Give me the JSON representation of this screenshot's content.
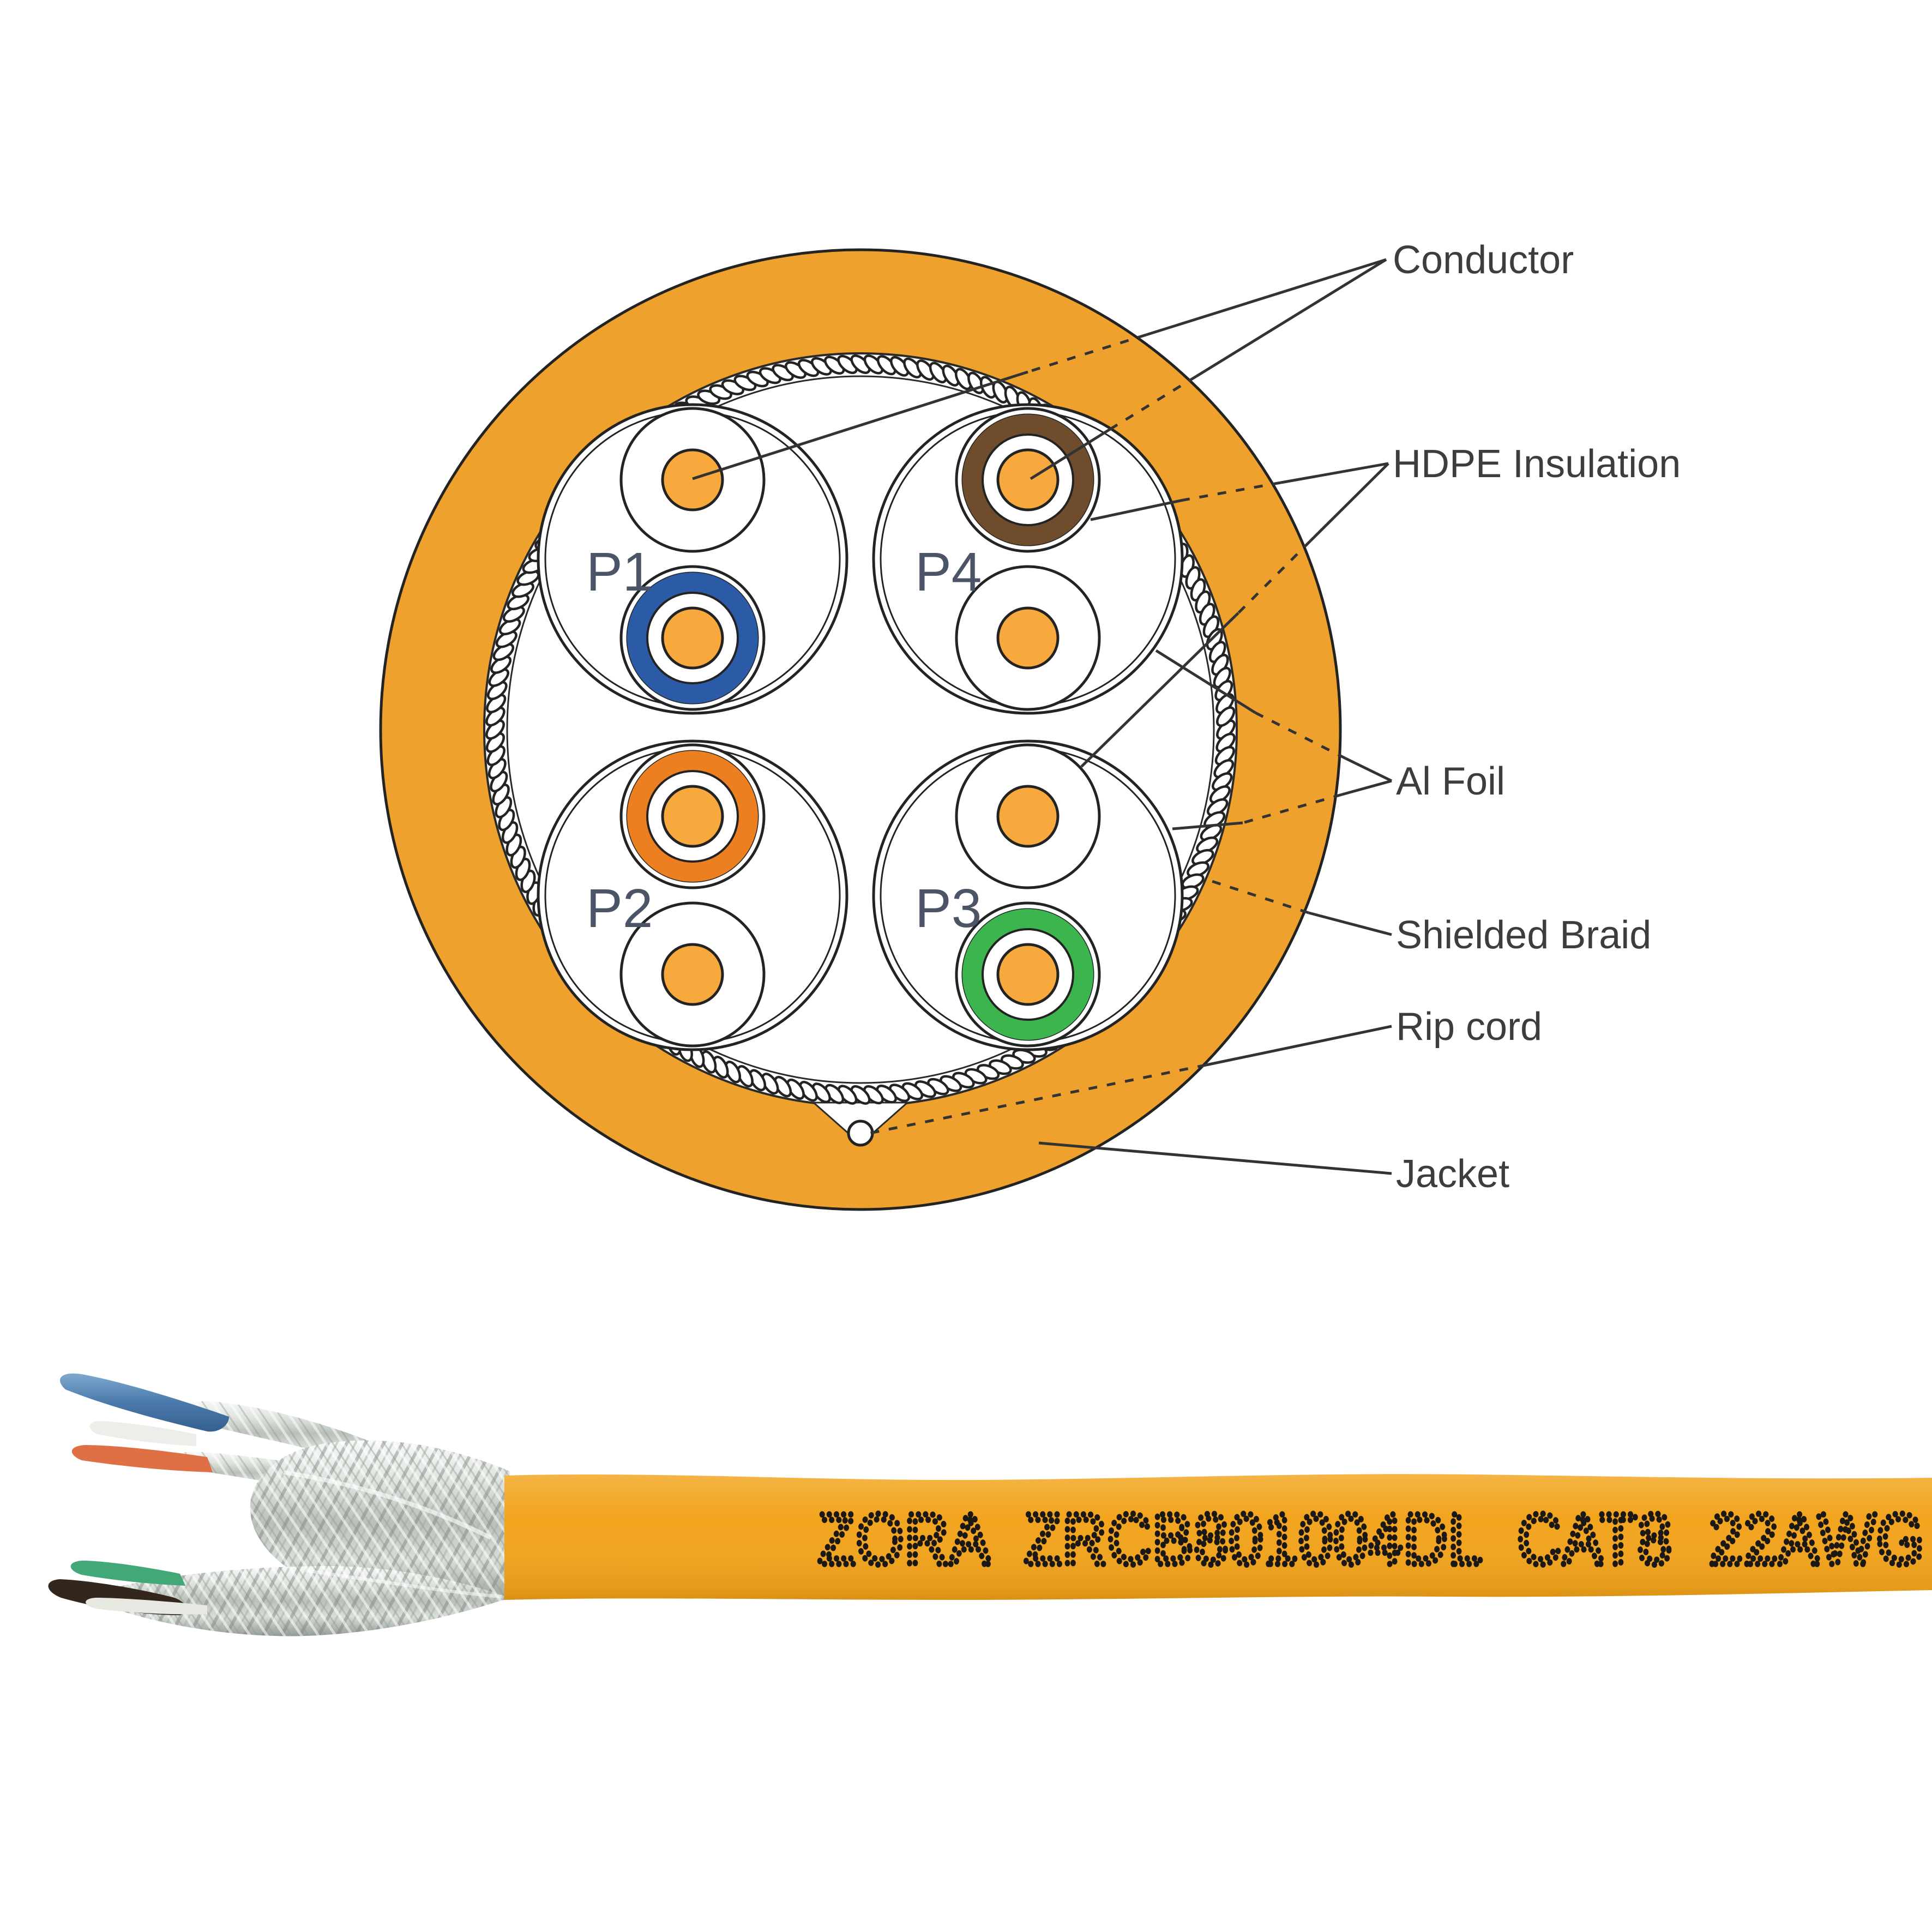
{
  "diagram": {
    "type": "cable-cross-section",
    "labels": {
      "conductor": "Conductor",
      "hdpe_insulation": "HDPE Insulation",
      "al_foil": "Al Foil",
      "shielded_braid": "Shielded Braid",
      "rip_cord": "Rip cord",
      "jacket": "Jacket"
    },
    "pairs": [
      {
        "id": "P1",
        "position": "top-left",
        "insulation_ring": "blue",
        "ring_hex": "#2B5AA6"
      },
      {
        "id": "P2",
        "position": "bottom-left",
        "insulation_ring": "orange",
        "ring_hex": "#EC7F1F"
      },
      {
        "id": "P3",
        "position": "bottom-right",
        "insulation_ring": "green",
        "ring_hex": "#3CB54E"
      },
      {
        "id": "P4",
        "position": "top-right",
        "insulation_ring": "brown",
        "ring_hex": "#6F4C2C"
      }
    ],
    "colors": {
      "jacket": "#EFA12D",
      "conductor": "#F7A93D",
      "braid_outline": "#232323"
    }
  },
  "cable_photo": {
    "print_text": "ZORA ZRCB801004DL CAT8 22AWG",
    "brand": "ZORA",
    "part_number": "ZRCB801004DL",
    "category": "CAT8",
    "wire_gauge": "22AWG",
    "jacket_color": "#F2A41D",
    "visible_wire_tips": [
      "blue",
      "white",
      "orange",
      "green",
      "dark-brown"
    ]
  }
}
